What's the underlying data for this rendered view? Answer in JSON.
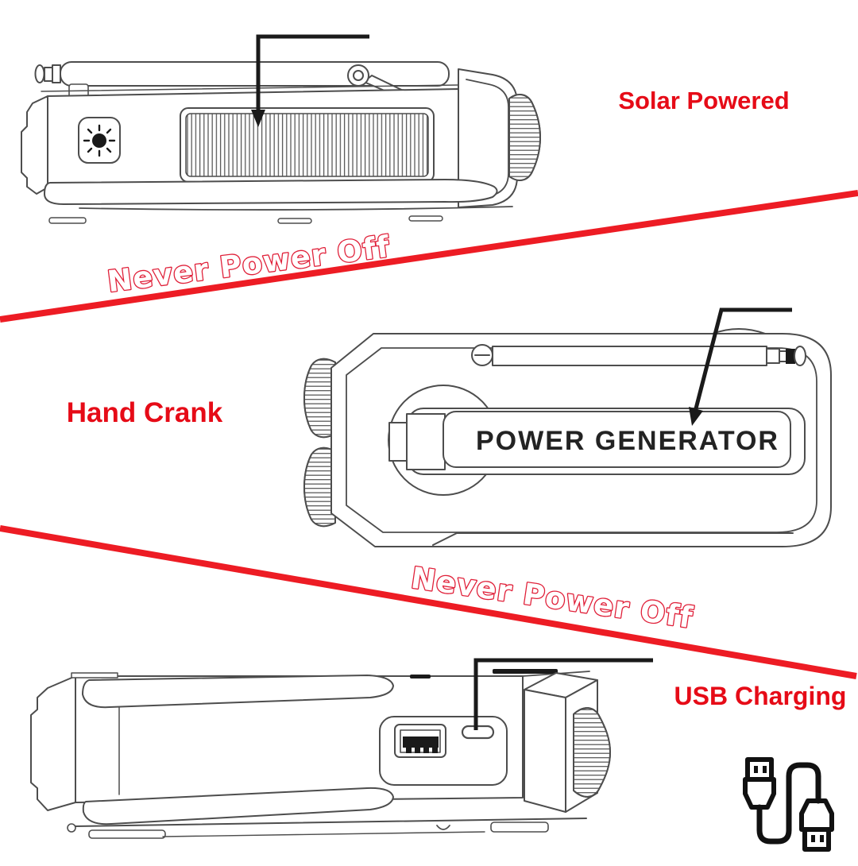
{
  "labels": {
    "solar": "Solar Powered",
    "hand_crank": "Hand Crank",
    "usb": "USB Charging",
    "slogan1": "Never Power Off",
    "slogan2": "Never Power Off",
    "generator": "POWER GENERATOR"
  },
  "colors": {
    "label_red": "#e60b17",
    "line_red": "#ed1c24",
    "slogan_stroke": "#e02039",
    "line_art": "#4d4d4d",
    "black": "#1a1a1a"
  },
  "icons": {
    "light_button": "sun-icon",
    "cable": "usb-cable-icon",
    "ports": [
      "usb-a-port",
      "usb-c-port"
    ]
  }
}
